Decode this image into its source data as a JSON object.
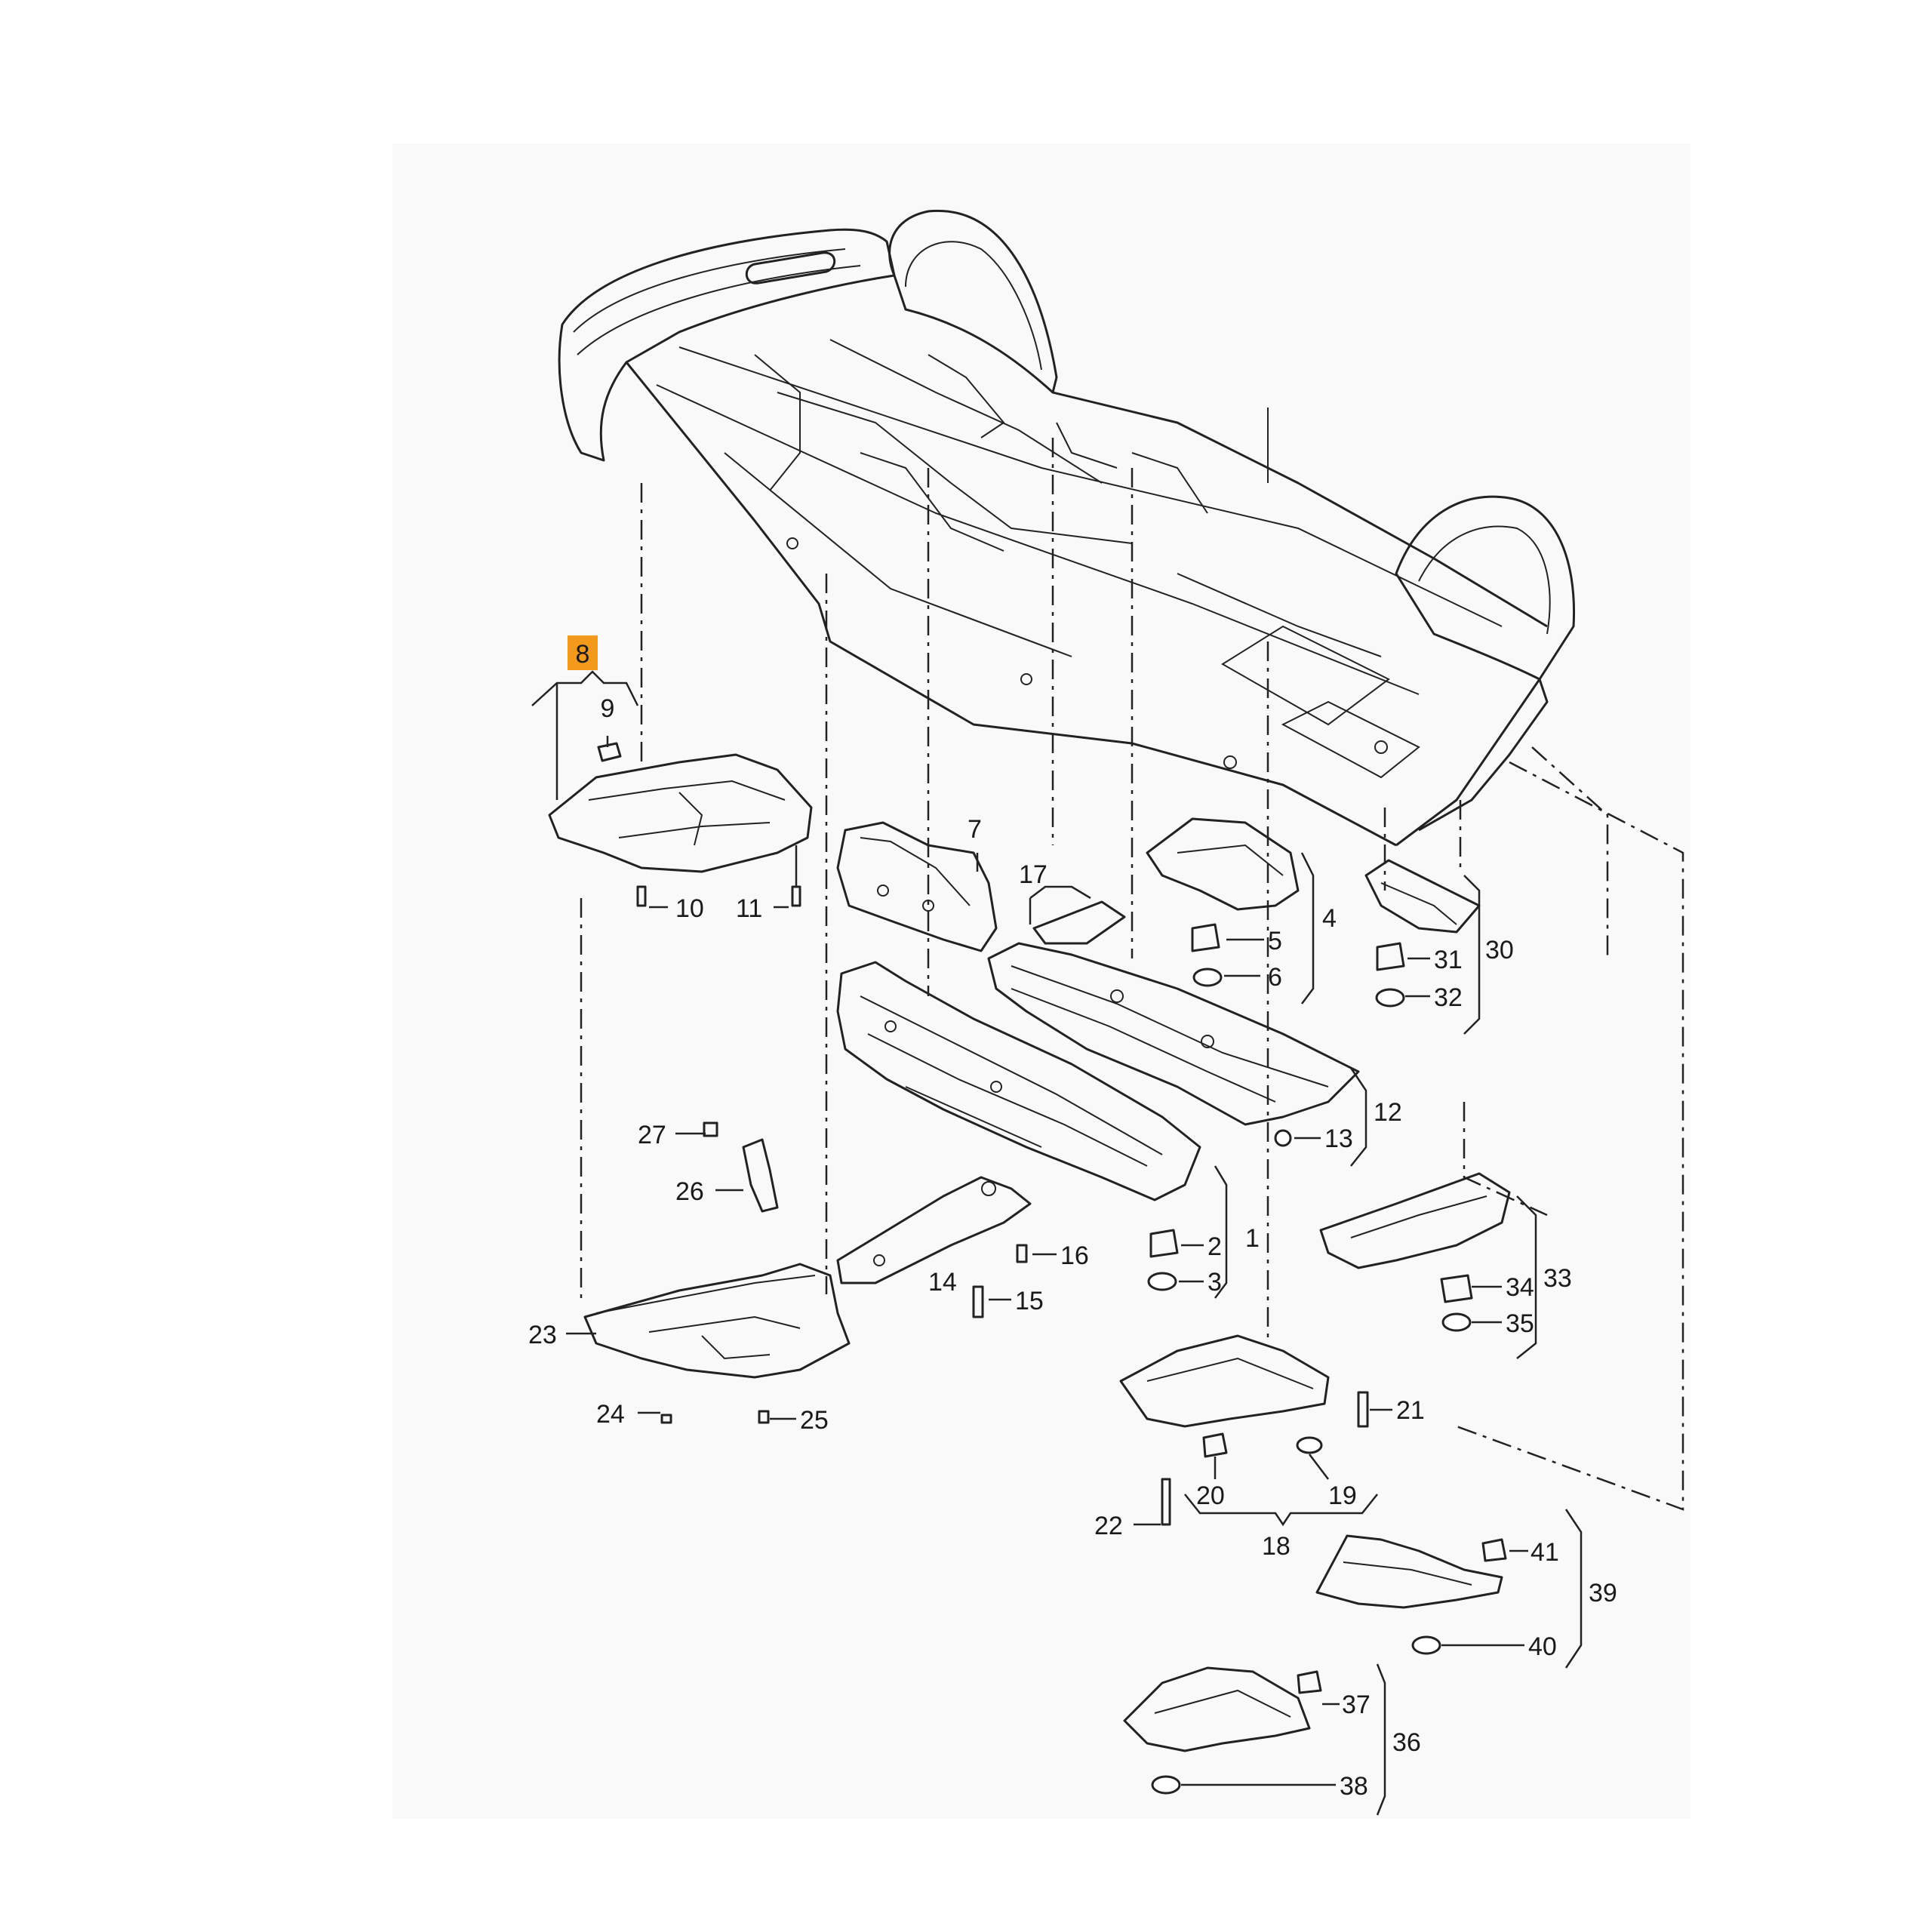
{
  "diagram": {
    "highlight_color": "#f39a1c",
    "highlight_label": "8",
    "callouts": {
      "c1": "1",
      "c2": "2",
      "c3": "3",
      "c4": "4",
      "c5": "5",
      "c6": "6",
      "c7": "7",
      "c9": "9",
      "c10": "10",
      "c11": "11",
      "c12": "12",
      "c13": "13",
      "c14": "14",
      "c15": "15",
      "c16": "16",
      "c17": "17",
      "c18": "18",
      "c19": "19",
      "c20": "20",
      "c21": "21",
      "c22": "22",
      "c23": "23",
      "c24": "24",
      "c25": "25",
      "c26": "26",
      "c27": "27",
      "c30": "30",
      "c31": "31",
      "c32": "32",
      "c33": "33",
      "c34": "34",
      "c35": "35",
      "c36": "36",
      "c37": "37",
      "c38": "38",
      "c39": "39",
      "c40": "40",
      "c41": "41"
    }
  }
}
